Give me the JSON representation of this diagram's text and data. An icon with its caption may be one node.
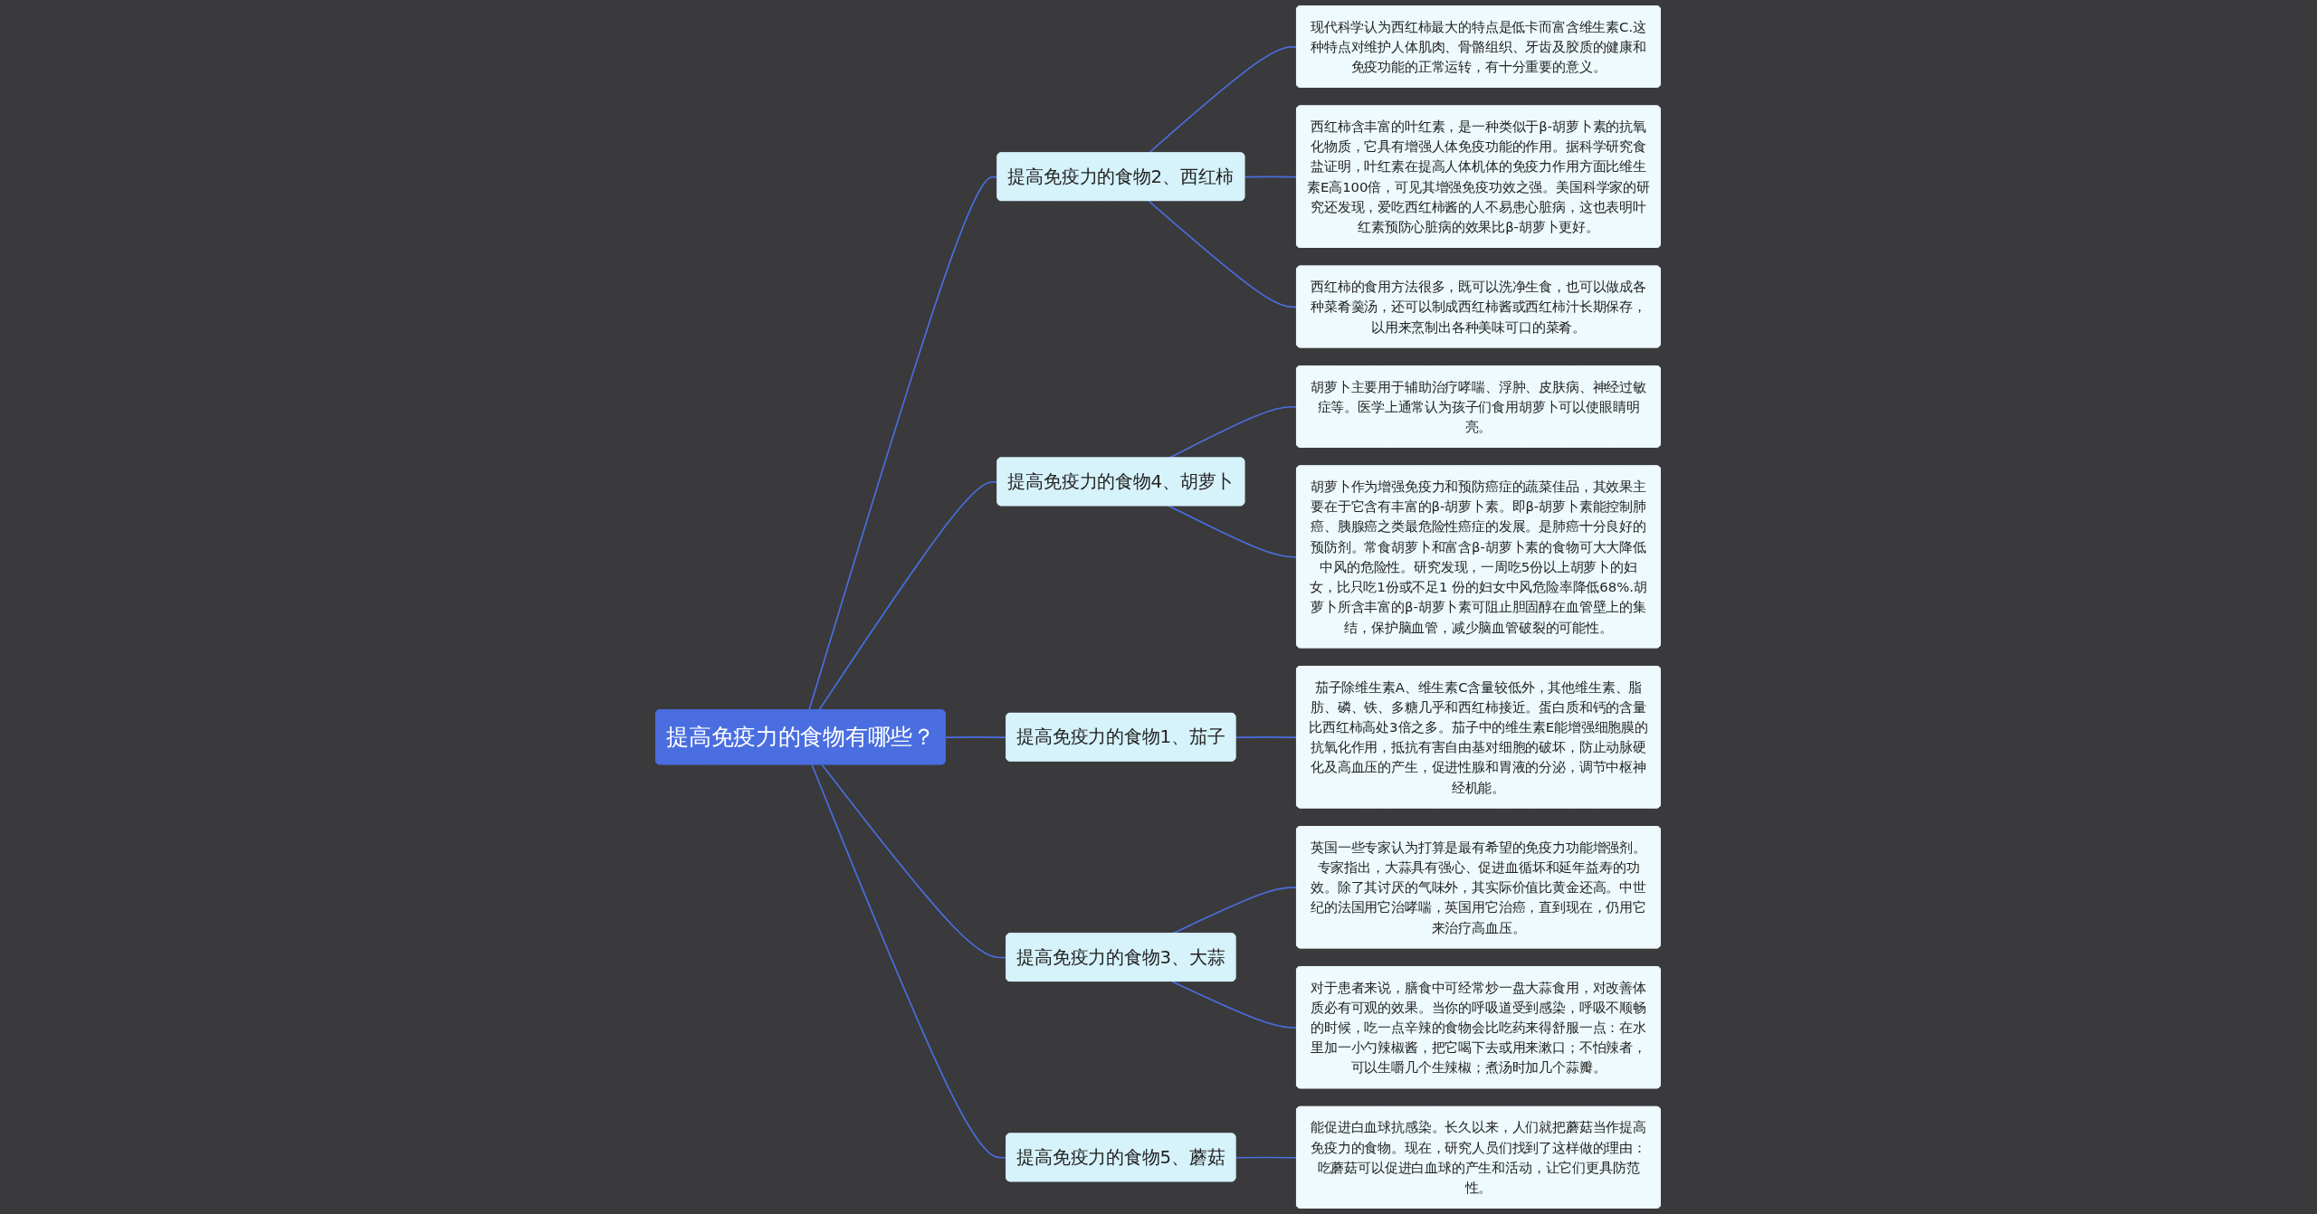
{
  "diagram": {
    "nodes": [
      {
        "text": [
          "提高免疫力的食物有哪些？"
        ]
      },
      {
        "text": [
          "提高免疫力的食物2、西红柿"
        ]
      },
      {
        "text": [
          "现代科学认为西红柿最大的特点是低卡而富含维生素C.这种特点对维护人体肌肉、骨骼组织、牙齿及胶质的健康和免疫功能的正常运转，有十分重要的意义。"
        ]
      },
      {
        "text": [
          "西红柿含丰富的叶红素，是一种类似于β-胡萝卜素的抗氧化物质，它具有增强人体免疫功能的作用。据科学研究食盐证明，叶红素在提高人体机体的免疫力作用方面比维生素E高100倍，可见其增强免疫功效之强。美国科学家的研究还发现，爱吃西红柿酱的人不易患心脏病，这也表明叶红素预防心脏病的效果比β-胡萝卜更好。"
        ]
      },
      {
        "text": [
          "西红柿的食用方法很多，既可以洗净生食，也可以做成各种菜肴羹汤，还可以制成西红柿酱或西红柿汁长期保存，以用来烹制出各种美味可口的菜肴。"
        ]
      },
      {
        "text": [
          "提高免疫力的食物4、胡萝卜"
        ]
      },
      {
        "text": [
          "胡萝卜主要用于辅助治疗哮喘、浮肿、皮肤病、神经过敏症等。医学上通常认为孩子们食用胡萝卜可以使眼睛明亮。"
        ]
      },
      {
        "text": [
          "胡萝卜作为增强免疫力和预防癌症的蔬菜佳品，其效果主要在于它含有丰富的β-胡萝卜素。即β-胡萝卜素能控制肺癌、胰腺癌之类最危险性癌症的发展。是肺癌十分良好的预防剂。常食胡萝卜和富含β-胡萝卜素的食物可大大降低中风的危险性。研究发现，一周吃5份以上胡萝卜的妇女，比只吃1份或不足1 份的妇女中风危险率降低68%.胡萝卜所含丰富的β-胡萝卜素可阻止胆固醇在血管壁上的集结，保护脑血管，减少脑血管破裂的可能性。"
        ]
      },
      {
        "text": [
          "提高免疫力的食物1、茄子"
        ]
      },
      {
        "text": [
          "茄子除维生素A、维生素C含量较低外，其他维生素、脂肪、磷、铁、多糖几乎和西红柿接近。蛋白质和钙的含量比西红柿高处3倍之多。茄子中的维生素E能增强细胞膜的抗氧化作用，抵抗有害自由基对细胞的破坏，防止动脉硬化及高血压的产生，促进性腺和胃液的分泌，调节中枢神经机能。"
        ]
      },
      {
        "text": [
          "提高免疫力的食物3、大蒜"
        ]
      },
      {
        "text": [
          "英国一些专家认为打算是最有希望的免疫力功能增强剂。专家指出，大蒜具有强心、促进血循坏和延年益寿的功效。除了其讨厌的气味外，其实际价值比黄金还高。中世纪的法国用它治哮喘，英国用它治癌，直到现在，仍用它来治疗高血压。"
        ]
      },
      {
        "text": [
          "对于患者来说，膳食中可经常炒一盘大蒜食用，对改善体质必有可观的效果。当你的呼吸道受到感染，呼吸不顺畅的时候，吃一点辛辣的食物会比吃药来得舒服一点：在水里加一小勺辣椒酱，把它喝下去或用来漱口；不怕辣者，可以生嚼几个生辣椒；煮汤时加几个蒜瓣。"
        ]
      },
      {
        "text": [
          "提高免疫力的食物5、蘑菇"
        ]
      },
      {
        "text": [
          "能促进白血球抗感染。长久以来，人们就把蘑菇当作提高免疫力的食物。现在，研究人员们找到了这样做的理由：吃蘑菇可以促进白血球的产生和活动，让它们更具防范性。"
        ]
      }
    ],
    "edges": [
      {
        "from": 0,
        "to": 1,
        "arrow": "none"
      },
      {
        "from": 1,
        "to": 2,
        "arrow": "none"
      },
      {
        "from": 1,
        "to": 3,
        "arrow": "none"
      },
      {
        "from": 1,
        "to": 4,
        "arrow": "none"
      },
      {
        "from": 0,
        "to": 5,
        "arrow": "none"
      },
      {
        "from": 5,
        "to": 6,
        "arrow": "none"
      },
      {
        "from": 5,
        "to": 7,
        "arrow": "none"
      },
      {
        "from": 0,
        "to": 8,
        "arrow": "none"
      },
      {
        "from": 8,
        "to": 9,
        "arrow": "none"
      },
      {
        "from": 0,
        "to": 10,
        "arrow": "none"
      },
      {
        "from": 10,
        "to": 11,
        "arrow": "none"
      },
      {
        "from": 10,
        "to": 12,
        "arrow": "none"
      },
      {
        "from": 0,
        "to": 13,
        "arrow": "none"
      },
      {
        "from": 13,
        "to": 14,
        "arrow": "none"
      }
    ]
  }
}
